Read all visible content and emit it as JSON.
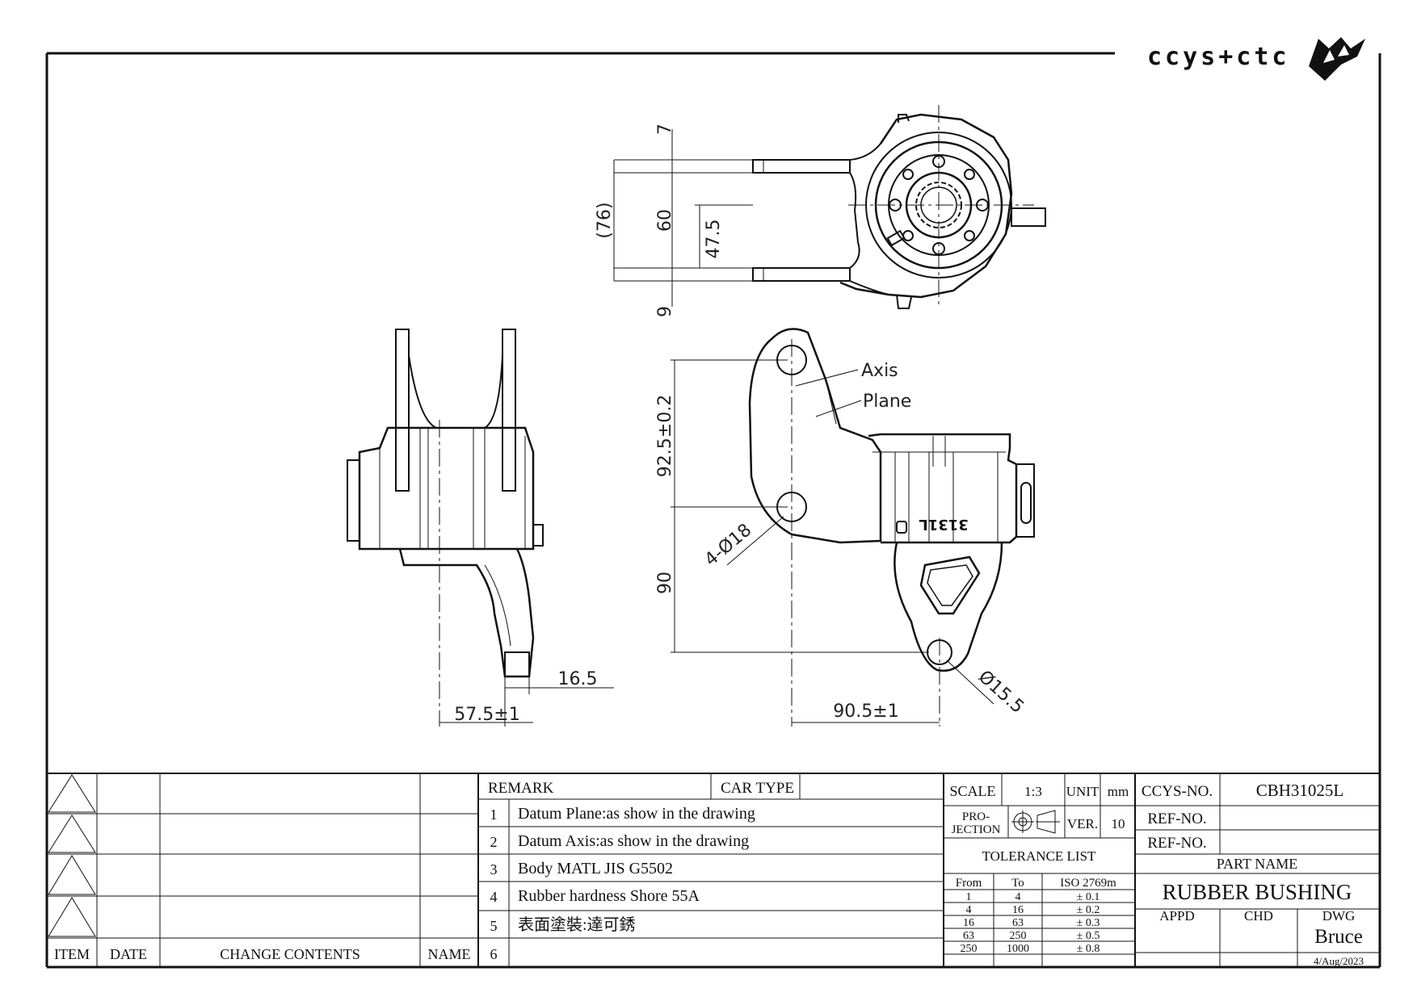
{
  "logo": {
    "text": "ccys+ctc"
  },
  "dimensions": {
    "top_view": {
      "d7": "7",
      "d76": "(76)",
      "d60": "60",
      "d47_5": "47.5",
      "d9": "9"
    },
    "side_view": {
      "d57_5": "57.5±1",
      "d16_5": "16.5"
    },
    "front_view": {
      "d92_5": "92.5±0.2",
      "d90": "90",
      "d4_18": "4-Ø18",
      "d90_5": "90.5±1",
      "d15_5": "Ø15.5",
      "axis": "Axis",
      "plane": "Plane",
      "marking": "3131L"
    }
  },
  "revision_table": {
    "headers": {
      "item": "ITEM",
      "date": "DATE",
      "change": "CHANGE CONTENTS",
      "name": "NAME"
    }
  },
  "remarks": {
    "title": "REMARK",
    "car_type_label": "CAR TYPE",
    "items": [
      {
        "no": "1",
        "text": "Datum Plane:as show in the drawing"
      },
      {
        "no": "2",
        "text": "Datum Axis:as show in the drawing"
      },
      {
        "no": "3",
        "text": "Body MATL JIS G5502"
      },
      {
        "no": "4",
        "text": "Rubber hardness Shore 55A"
      },
      {
        "no": "5",
        "text": "表面塗裝:達可銹"
      },
      {
        "no": "6",
        "text": ""
      }
    ]
  },
  "spec": {
    "scale_label": "SCALE",
    "scale_value": "1:3",
    "unit_label": "UNIT",
    "unit_value": "mm",
    "projection_label_1": "PRO-",
    "projection_label_2": "JECTION",
    "ver_label": "VER.",
    "ver_value": "10"
  },
  "tolerance": {
    "title": "TOLERANCE LIST",
    "headers": {
      "from": "From",
      "to": "To",
      "iso": "ISO 2769m"
    },
    "rows": [
      {
        "from": "1",
        "to": "4",
        "tol": "± 0.1"
      },
      {
        "from": "4",
        "to": "16",
        "tol": "± 0.2"
      },
      {
        "from": "16",
        "to": "63",
        "tol": "± 0.3"
      },
      {
        "from": "63",
        "to": "250",
        "tol": "± 0.5"
      },
      {
        "from": "250",
        "to": "1000",
        "tol": "± 0.8"
      }
    ]
  },
  "title_block": {
    "ccys_no_label": "CCYS-NO.",
    "ccys_no_value": "CBH31025L",
    "ref_no_label_1": "REF-NO.",
    "ref_no_label_2": "REF-NO.",
    "part_name_label": "PART NAME",
    "part_name_value": "RUBBER BUSHING",
    "appd_label": "APPD",
    "chd_label": "CHD",
    "dwg_label": "DWG",
    "dwg_value": "Bruce",
    "date_value": "4/Aug/2023"
  }
}
